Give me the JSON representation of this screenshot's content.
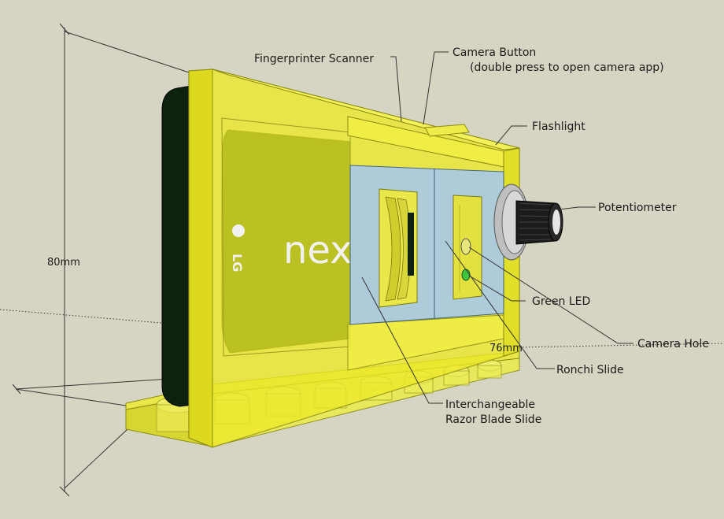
{
  "labels": {
    "fingerprint": "Fingerprinter Scanner",
    "camera_button_line1": "Camera Button",
    "camera_button_line2": "(double press to open camera app)",
    "flashlight": "Flashlight",
    "potentiometer": "Potentiometer",
    "green_led": "Green LED",
    "camera_hole": "Camera Hole",
    "ronchi_slide": "Ronchi Slide",
    "razor_line1": "Interchangeable",
    "razor_line2": "Razor Blade Slide"
  },
  "dimensions": {
    "height": "80mm",
    "depth": "76mm"
  },
  "phone": {
    "brand": "LG",
    "model_text": "nex"
  },
  "colors": {
    "background": "#d6d5c3",
    "case_yellow": "#f2f03a",
    "case_edge": "#8a8a10",
    "phone_body": "#0f2a12",
    "slide_blue": "#a9c9e6",
    "led_green": "#3fc63f"
  }
}
